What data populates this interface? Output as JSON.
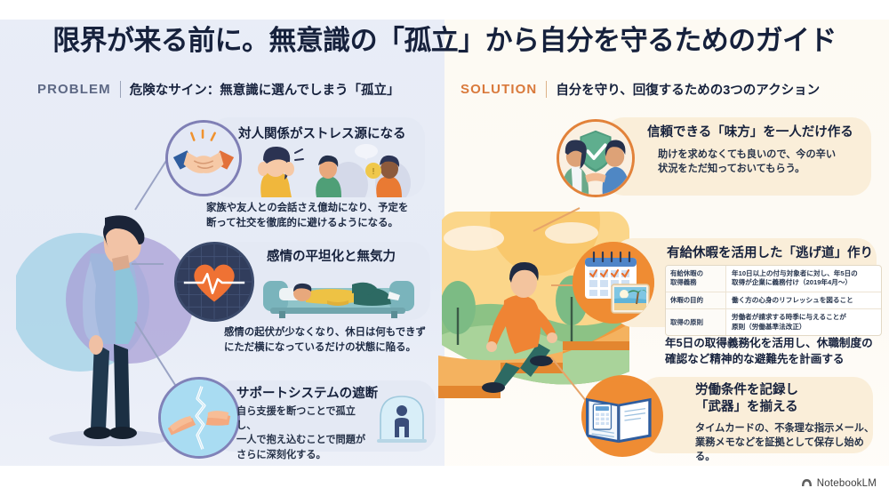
{
  "headline": "限界が来る前に。無意識の「孤立」から自分を守るためのガイド",
  "sections": {
    "problem": {
      "kicker": "PROBLEM",
      "subtitle": "危険なサイン：無意識に選んでしまう「孤立」",
      "accent_color": "#5d6884",
      "card_bg": "#e4e9f4",
      "items": [
        {
          "title": "対人関係がストレス源になる",
          "caption": "家族や友人との会話さえ億劫になり、予定を\n断って社交を徹底的に避けるようになる。",
          "icon": "handshake-icon"
        },
        {
          "title": "感情の平坦化と無気力",
          "caption": "感情の起伏が少なくなり、休日は何もできず\nにただ横になっているだけの状態に陥る。",
          "icon": "heart-pulse-icon"
        },
        {
          "title": "サポートシステムの遮断",
          "caption": "自ら支援を断つことで孤立し、\n一人で抱え込むことで問題が\nさらに深刻化する。",
          "icon": "broken-hands-icon"
        }
      ]
    },
    "solution": {
      "kicker": "SOLUTION",
      "subtitle": "自分を守り、回復するための3つのアクション",
      "accent_color": "#d9793b",
      "card_bg": "#faeed9",
      "items": [
        {
          "title": "信頼できる「味方」を一人だけ作る",
          "caption": "助けを求めなくても良いので、今の辛い\n状況をただ知っておいてもらう。",
          "icon": "shield-people-icon"
        },
        {
          "title": "有給休暇を活用した「逃げ道」作り",
          "caption": "年5日の取得義務化を活用し、休職制度の\n確認など精神的な避難先を計画する",
          "icon": "calendar-beach-icon"
        },
        {
          "title": "労働条件を記録し\n「武器」を揃える",
          "caption": "タイムカードの、不条理な指示メール、\n業務メモなどを証拠として保存し始める。",
          "icon": "open-book-icon"
        }
      ]
    }
  },
  "law_table": {
    "rows": [
      {
        "key": "有給休暇の\n取得義務",
        "value": "年10日以上の付与対象者に対し、年5日の\n取得が企業に義務付け（2019年4月〜）"
      },
      {
        "key": "休暇の目的",
        "value": "働く方の心身のリフレッシュを図ること"
      },
      {
        "key": "取得の原則",
        "value": "労働者が請求する時季に与えることが\n原則（労働基準法改正）"
      }
    ]
  },
  "brand": {
    "name": "NotebookLM",
    "icon": "notebooklm-logo-icon"
  }
}
